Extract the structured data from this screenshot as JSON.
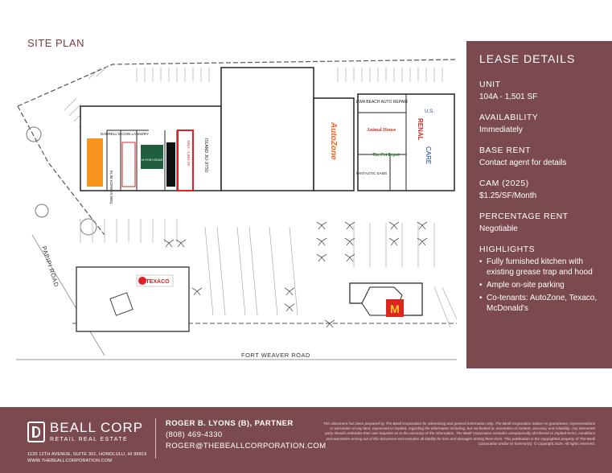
{
  "page": {
    "title": "SITE PLAN"
  },
  "map": {
    "road_left": "PAPIPI ROAD",
    "road_bottom": "FORT WEAVER ROAD",
    "tenants": {
      "darrells": "DARRELL'S COIN LAUNDRY",
      "elim": "ELIM KOREAN BBQ",
      "island": "ISLAND JIU-JITSU",
      "unit": "104A - 1,501 SF",
      "ewa": "EWA BEACH AUTO REPAIR",
      "fantastic": "FANTASTIC SAMS",
      "us_renal_1": "U.S.",
      "us_renal_2": "RENAL",
      "us_renal_3": "CARE",
      "autozone": "AutoZone",
      "texaco": "TEXACO",
      "hifish": "HI FISH GEAR",
      "animal": "Animal House",
      "pet": "The Pet Depot"
    }
  },
  "lease": {
    "title": "LEASE DETAILS",
    "sections": [
      {
        "heading": "UNIT",
        "value": "104A - 1,501 SF"
      },
      {
        "heading": "AVAILABILITY",
        "value": "Immediately"
      },
      {
        "heading": "BASE RENT",
        "value": "Contact agent for details"
      },
      {
        "heading": "CAM (2025)",
        "value": "$1.25/SF/Month"
      },
      {
        "heading": "PERCENTAGE RENT",
        "value": "Negotiable"
      }
    ],
    "highlights_heading": "HIGHLIGHTS",
    "highlights": [
      "Fully furnished kitchen with existing grease trap and hood",
      "Ample on-site parking",
      "Co-tenants: AutoZone, Texaco, McDonald's"
    ]
  },
  "footer": {
    "brand": "BEALL CORP",
    "brand_sub": "RETAIL REAL ESTATE",
    "address": "1120 12TH AVENUE, SUITE 301, HONOLULU, HI 96816",
    "website": "WWW.THEBEALLCORPORATION.COM",
    "contact_name": "ROGER B. LYONS (B), PARTNER",
    "contact_phone": "(808) 469-4330",
    "contact_email": "ROGER@THEBEALLCORPORATION.COM",
    "disclaimer": "This document has been prepared by The Beall Corporation for advertising and general information only. The Beall Corporation makes no guarantees, representations or warranties of any kind, expressed or implied, regarding the information including, but not limited to, warranties of content, accuracy and reliability. Any interested party should undertake their own inquiries as to the accuracy of the information. The Beall Corporation excludes unequivocally all inferred or implied terms, conditions and warranties arising out of this document and excludes all liability for loss and damages arising there from. This publication is the copyrighted property of The Beall Corporation and/or its licensor(s). © Copyright 2026. All rights reserved."
  },
  "colors": {
    "accent": "#7b4a4e",
    "highlight_unit": "#e31e24",
    "autozone": "#f26522"
  }
}
